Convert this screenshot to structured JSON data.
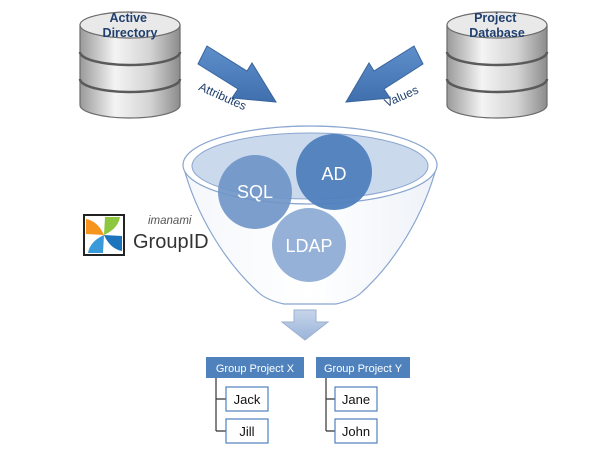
{
  "sources": {
    "left": {
      "line1": "Active",
      "line2": "Directory"
    },
    "right": {
      "line1": "Project",
      "line2": "Database"
    }
  },
  "arrows": {
    "left_label": "Attributes",
    "right_label": "Values"
  },
  "funnel": {
    "circles": {
      "sql": "SQL",
      "ad": "AD",
      "ldap": "LDAP"
    }
  },
  "logo": {
    "brand": "imanami",
    "product": "GroupID"
  },
  "groups": [
    {
      "title": "Group Project X",
      "members": [
        "Jack",
        "Jill"
      ]
    },
    {
      "title": "Group Project Y",
      "members": [
        "Jane",
        "John"
      ]
    }
  ],
  "colors": {
    "db_body": "#d8d8d8",
    "arrow": "#4f81bd",
    "circle_dark": "#4f7fbd",
    "circle_mid": "#6d94c7",
    "circle_light": "#8fadd6",
    "group_header": "#4f81bd",
    "text_blue": "#1f3f6e"
  }
}
